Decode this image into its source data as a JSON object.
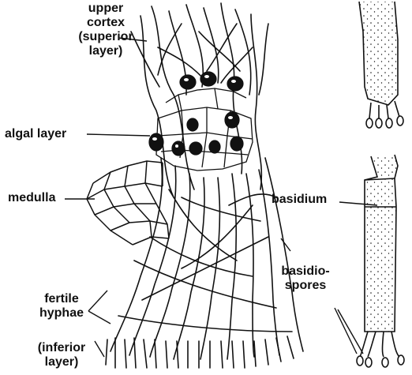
{
  "labels": {
    "upper_cortex": [
      "upper",
      "cortex",
      "(superior",
      "layer)"
    ],
    "algal_layer": "algal layer",
    "medulla": "medulla",
    "fertile_hyphae": [
      "fertile",
      "hyphae"
    ],
    "inferior_layer": [
      "(inferior",
      "layer)"
    ],
    "basidium": "basidium",
    "basidiospores": [
      "basidio-",
      "spores"
    ]
  },
  "colors": {
    "ink": "#111111",
    "background": "#ffffff"
  }
}
